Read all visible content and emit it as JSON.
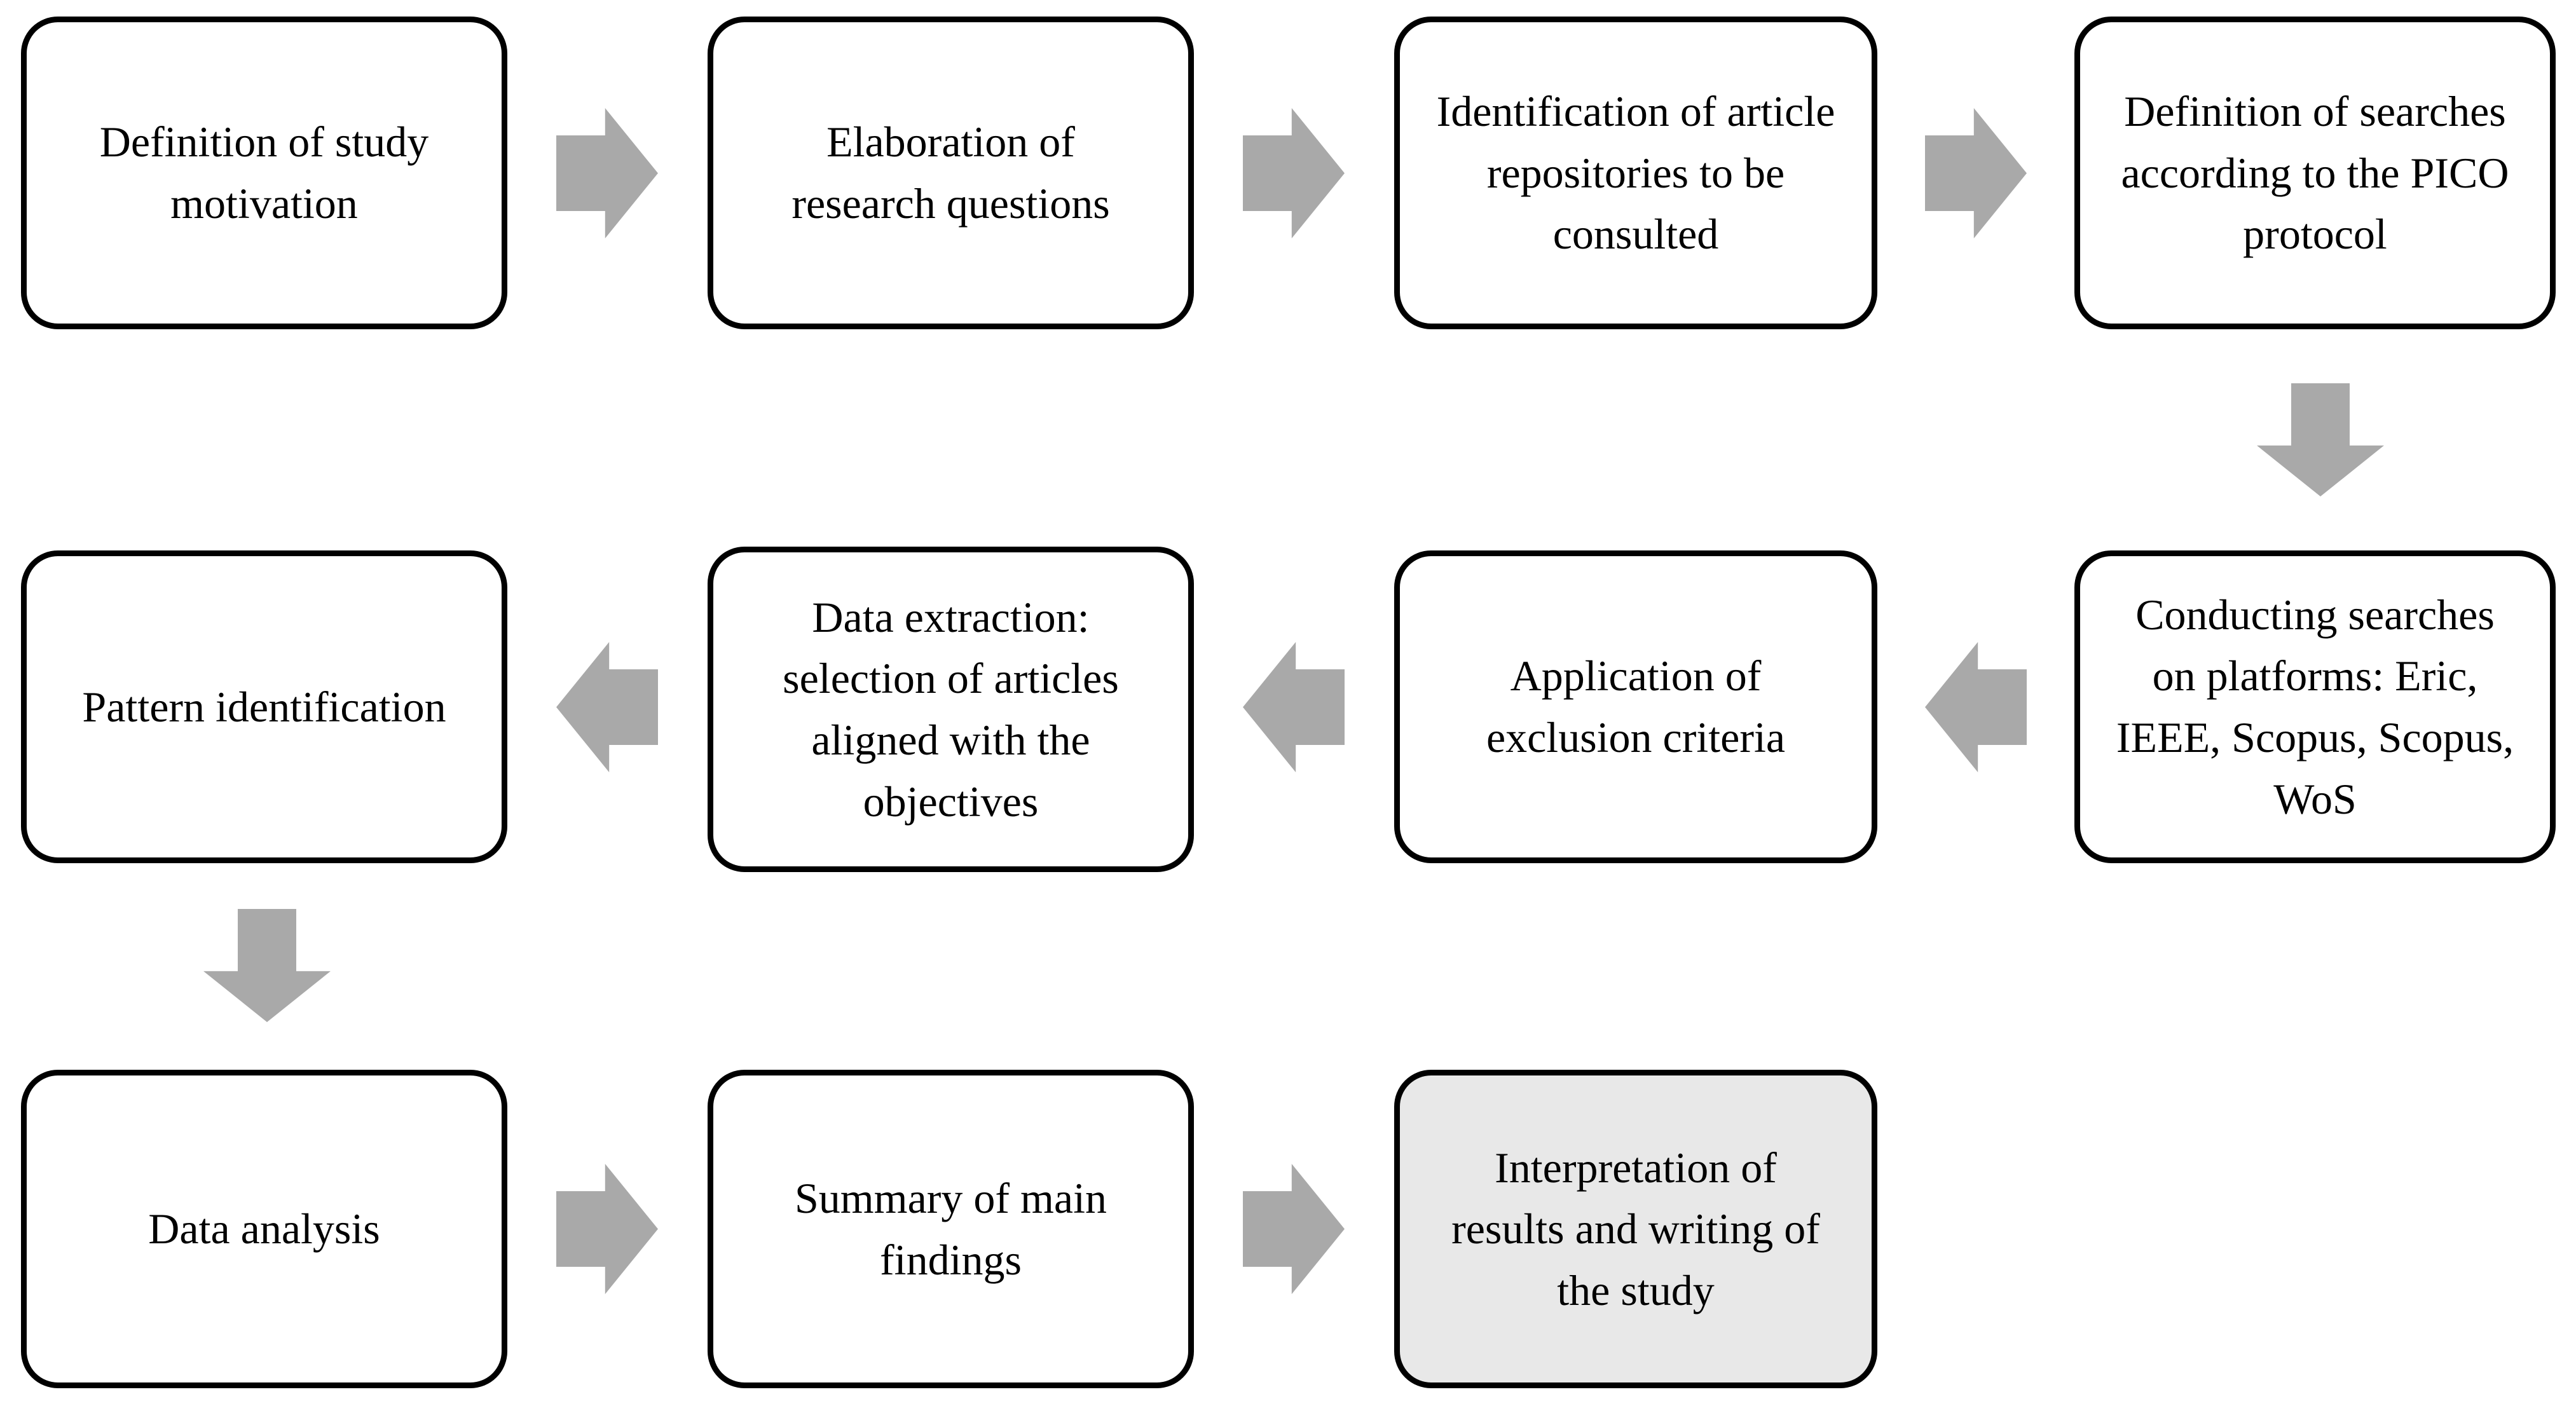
{
  "diagram": {
    "type": "flowchart",
    "background": "#ffffff",
    "colors": {
      "arrow": "#a9a9a9",
      "box_border": "#000000",
      "box_fill": "#ffffff",
      "highlight_box_fill": "#e8e8e8",
      "text": "#000000"
    },
    "steps": [
      {
        "id": 1,
        "label": "Definition of study\nmotivation",
        "highlighted": false
      },
      {
        "id": 2,
        "label": "Elaboration of\nresearch questions",
        "highlighted": false
      },
      {
        "id": 3,
        "label": "Identification of article\nrepositories to be\nconsulted",
        "highlighted": false
      },
      {
        "id": 4,
        "label": "Definition of searches\naccording to the PICO\nprotocol",
        "highlighted": false
      },
      {
        "id": 5,
        "label": "Conducting searches\non platforms: Eric,\nIEEE, Scopus, Scopus,\nWoS",
        "highlighted": false
      },
      {
        "id": 6,
        "label": "Application of\nexclusion criteria",
        "highlighted": false
      },
      {
        "id": 7,
        "label": "Data extraction:\nselection of articles\naligned with the\nobjectives",
        "highlighted": false
      },
      {
        "id": 8,
        "label": "Pattern identification",
        "highlighted": false
      },
      {
        "id": 9,
        "label": "Data analysis",
        "highlighted": false
      },
      {
        "id": 10,
        "label": "Summary of main\nfindings",
        "highlighted": false
      },
      {
        "id": 11,
        "label": "Interpretation of\nresults and writing of\nthe study",
        "highlighted": true
      }
    ],
    "connections": [
      {
        "from": 1,
        "to": 2,
        "direction": "right"
      },
      {
        "from": 2,
        "to": 3,
        "direction": "right"
      },
      {
        "from": 3,
        "to": 4,
        "direction": "right"
      },
      {
        "from": 4,
        "to": 5,
        "direction": "down"
      },
      {
        "from": 5,
        "to": 6,
        "direction": "left"
      },
      {
        "from": 6,
        "to": 7,
        "direction": "left"
      },
      {
        "from": 7,
        "to": 8,
        "direction": "left"
      },
      {
        "from": 8,
        "to": 9,
        "direction": "down"
      },
      {
        "from": 9,
        "to": 10,
        "direction": "right"
      },
      {
        "from": 10,
        "to": 11,
        "direction": "right"
      }
    ]
  }
}
